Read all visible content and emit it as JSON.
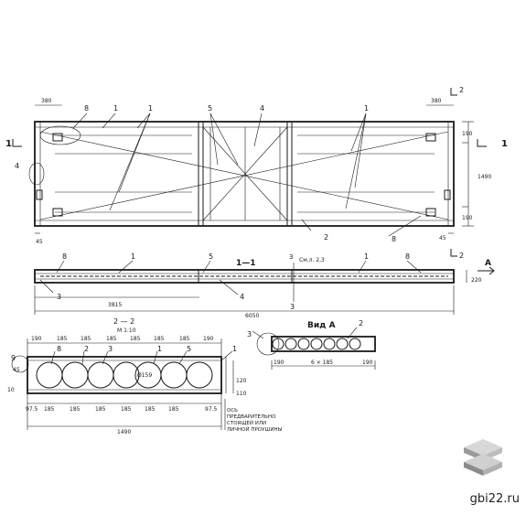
{
  "plan": {
    "dims_top": [
      "380",
      "380"
    ],
    "dims_left": [
      "45"
    ],
    "dims_right": [
      "190",
      "1490",
      "190",
      "45"
    ],
    "dims_bottom_left": [
      "45"
    ],
    "callouts_top": [
      "8",
      "1",
      "1",
      "5",
      "4",
      "1"
    ],
    "callouts_bottom": [
      "2",
      "8"
    ],
    "left_callout": "4",
    "section_mark_left": "1",
    "section_mark_top": "2",
    "section_mark_bottom": "2"
  },
  "section_1_1": {
    "title": "1—1",
    "ref": "См.л. 2,3",
    "ref_num": "3",
    "callouts_top": [
      "8",
      "1",
      "5",
      "3",
      "1",
      "8"
    ],
    "callouts_bottom": [
      "3",
      "4",
      "3"
    ],
    "dim_partial": "3815",
    "dim_total": "6050",
    "dim_height": "220",
    "view_arrow": "А"
  },
  "section_2_2": {
    "title": "2 — 2",
    "scale": "М 1:10",
    "dims_top": [
      "190",
      "185",
      "185",
      "185",
      "185",
      "185",
      "185",
      "190"
    ],
    "dims_bottom": [
      "97.5",
      "185",
      "185",
      "185",
      "185",
      "185",
      "185",
      "97.5"
    ],
    "dim_total": "1490",
    "dim_side_left": [
      "45",
      "10"
    ],
    "dim_side_right": [
      "120",
      "110"
    ],
    "hole_dia": "Ø159",
    "callouts": [
      "9",
      "8",
      "2",
      "3",
      "1",
      "5",
      "1"
    ],
    "axis_note": "Ось предварительно стоящей или личной проушины"
  },
  "view_a": {
    "title": "Вид А",
    "callouts": [
      "3",
      "2"
    ],
    "dims": [
      "190",
      "6 × 185",
      "190"
    ]
  },
  "site": "gbi22.ru"
}
